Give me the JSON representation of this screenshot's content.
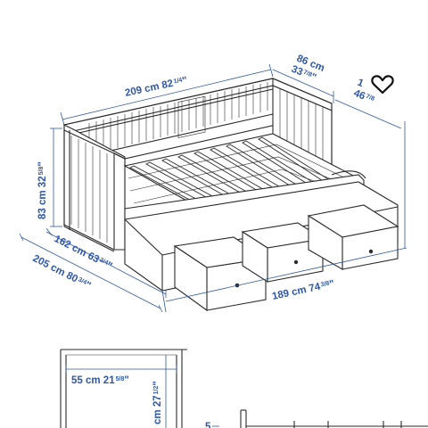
{
  "dimensions": {
    "width_top": "209 cm 82",
    "width_top_frac": "1/4",
    "width_top_unit": "\"",
    "depth_top_cm": "86 cm",
    "depth_top_in": "33",
    "depth_top_in_frac": "7/8",
    "depth_top_unit": "\"",
    "height_cm": "83 cm 32",
    "height_frac": "5/8",
    "height_unit": "\"",
    "depth_extended": "162 cm 63",
    "depth_extended_frac": "3/4",
    "depth_extended_unit": "\"",
    "length_total": "205 cm 80",
    "length_total_frac": "3/4",
    "length_total_unit": "\"",
    "front_width": "189 cm 74",
    "front_width_frac": "3/8",
    "front_width_unit": "\"",
    "cut_right_top": "1",
    "cut_right_bottom": "46",
    "cut_right_bottom_frac": "7/8",
    "drawer_width": "55 cm 21",
    "drawer_width_frac": "5/8",
    "drawer_width_unit": "\"",
    "drawer_height": "cm 27",
    "drawer_height_frac": "1/2",
    "drawer_height_unit": "\"",
    "cut_bottom_left": "5"
  },
  "favorite": {
    "icon": "heart-outline-icon",
    "color": "#111111"
  },
  "colors": {
    "dimension_text": "#2e57a8",
    "line_art": "#2a2a2a"
  }
}
